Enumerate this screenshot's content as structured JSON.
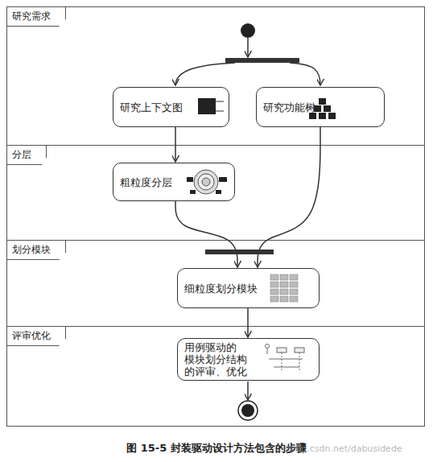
{
  "diagram": {
    "caption": "图 15-5 封装驱动设计方法包含的步骤",
    "nodes": [
      {
        "text": [
          "研究需求"
        ]
      },
      {
        "text": [
          "研究上下文图"
        ],
        "in": 0
      },
      {
        "text": [
          "研究功能树"
        ],
        "in": 0
      },
      {
        "text": [
          "分层"
        ]
      },
      {
        "text": [
          "粗粒度分层"
        ],
        "in": 3
      },
      {
        "text": [
          "划分模块"
        ]
      },
      {
        "text": [
          "细粒度划分模块"
        ],
        "in": 5
      },
      {
        "text": [
          "评审优化"
        ]
      },
      {
        "text": [
          "用例驱动的 模块划分结构 的评审、优化"
        ],
        "in": 7
      }
    ],
    "edges": [
      {
        "from": 1,
        "to": 4,
        "arrow": "to"
      },
      {
        "from": 4,
        "to": 6,
        "arrow": "to"
      },
      {
        "from": 2,
        "to": 6,
        "arrow": "to"
      },
      {
        "from": 6,
        "to": 8,
        "arrow": "to"
      }
    ],
    "labels": [
      "https://blog.csdn.net/dabusidede"
    ]
  }
}
